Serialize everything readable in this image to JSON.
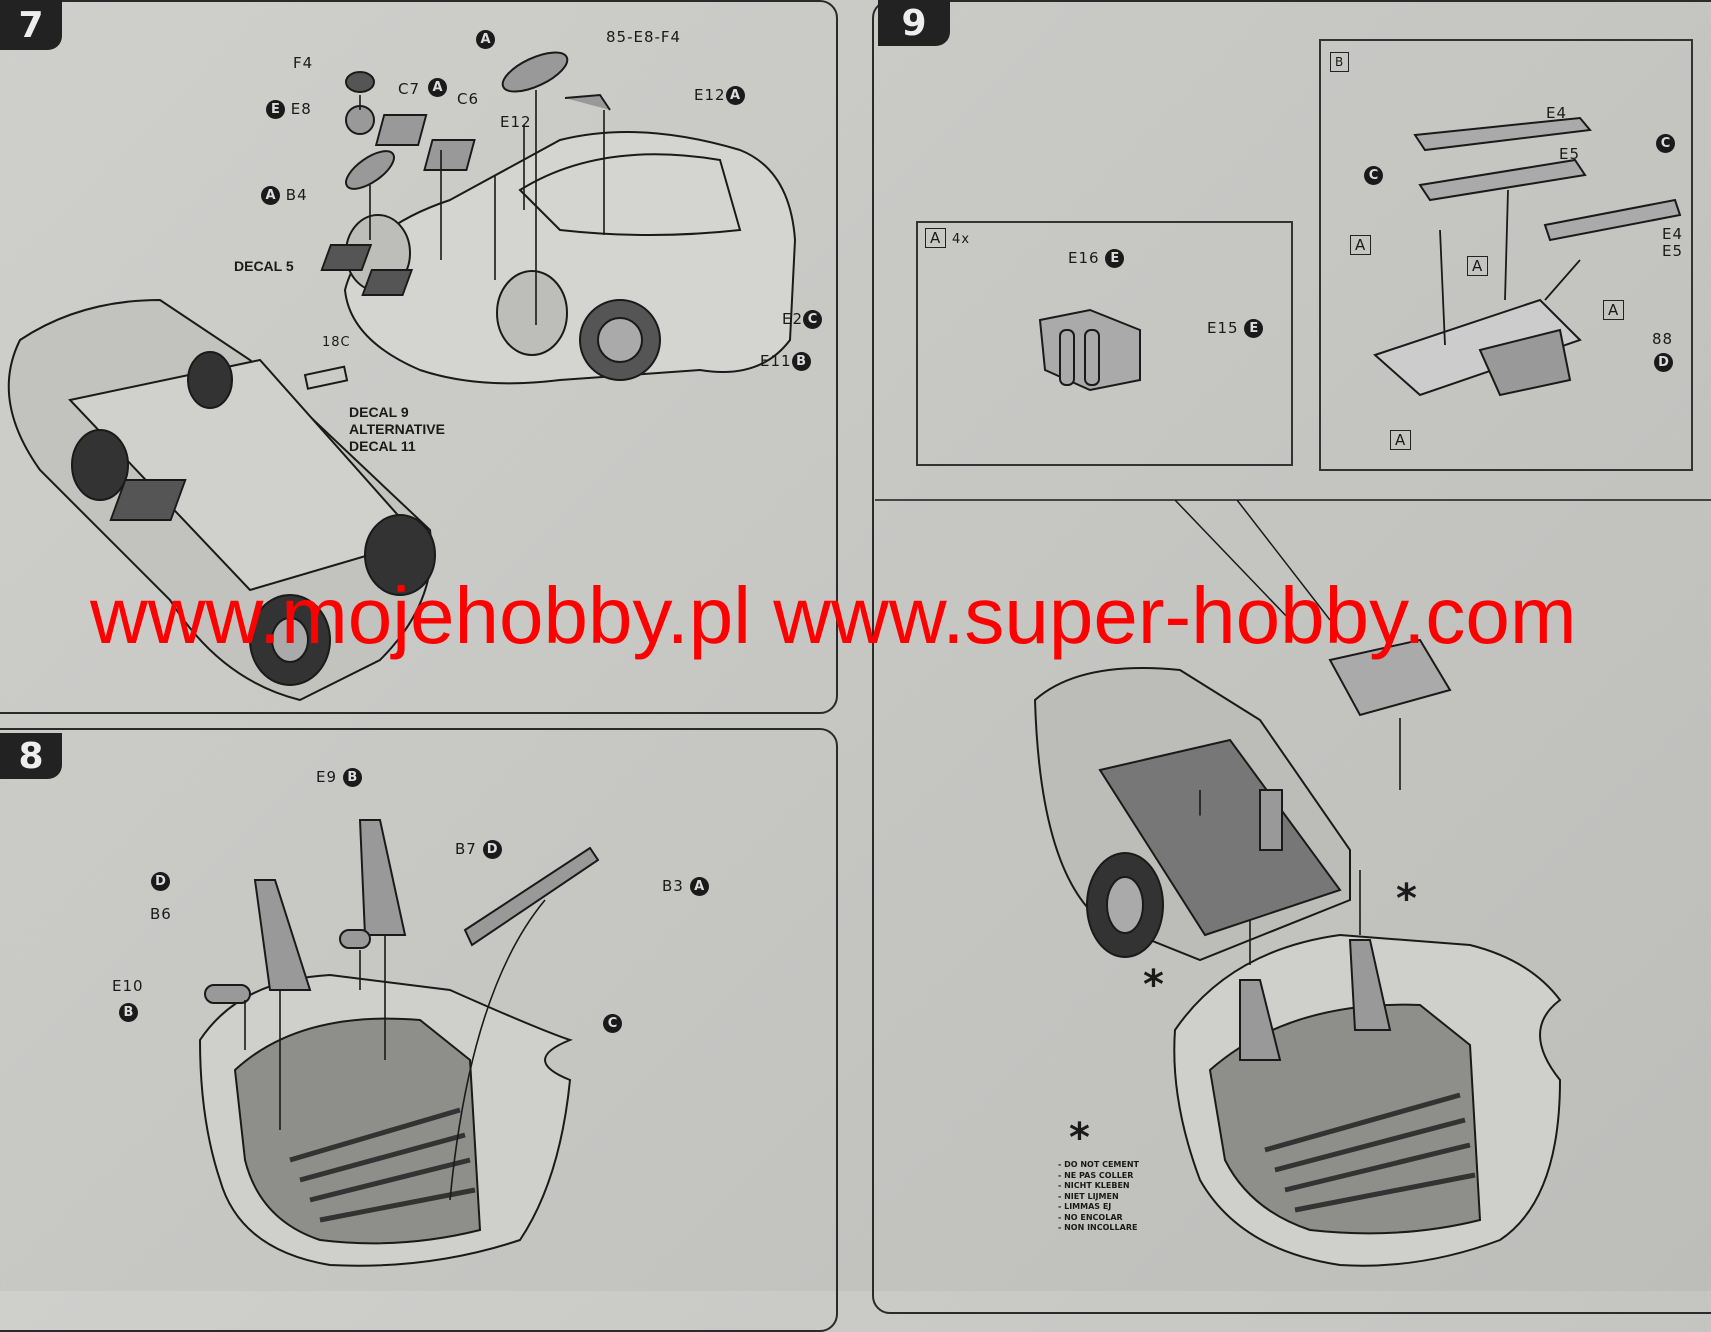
{
  "steps": {
    "step7": {
      "number": "7",
      "labels": {
        "f4": "F4",
        "e8": "E8",
        "e8_sprue": "E",
        "b4": "B4",
        "b4_sprue": "A",
        "c7": "C7",
        "c6": "C6",
        "c_sprue": "A",
        "e12_a": "E12",
        "top_sprue": "A",
        "top_parts": "85-E8-F4",
        "e12_b": "E12",
        "e12_b_sprue": "A",
        "decal5": "DECAL 5",
        "e2": "E2",
        "e2_sprue": "C",
        "e11": "E11",
        "e11_sprue": "B",
        "p18c": "18C",
        "decal9_line1": "DECAL 9",
        "decal9_line2": "ALTERNATIVE",
        "decal9_line3": "DECAL 11"
      }
    },
    "step8": {
      "number": "8",
      "labels": {
        "e9": "E9",
        "e9_sprue": "B",
        "b7": "B7",
        "b7_sprue": "D",
        "b6_sprue": "D",
        "b6": "B6",
        "b3": "B3",
        "b3_sprue": "A",
        "e10": "E10",
        "e10_sprue": "B",
        "body_sprue": "C"
      }
    },
    "step9": {
      "number": "9",
      "inset_a": {
        "tag": "A",
        "qty": "4x",
        "e16": "E16",
        "e16_sprue": "E",
        "e15": "E15",
        "e15_sprue": "E"
      },
      "inset_b": {
        "tag": "B",
        "e4": "E4",
        "e5": "E5",
        "c1": "C",
        "c2": "C",
        "a1": "A",
        "a2": "A",
        "a3": "A",
        "a4": "A",
        "e4e5_line1": "E4",
        "e4e5_line2": "E5",
        "b8": "88",
        "b8_sprue": "D"
      },
      "asterisk": "*",
      "do_not_cement": [
        "- DO NOT CEMENT",
        "- NE PAS COLLER",
        "- NICHT KLEBEN",
        "- NIET LIJMEN",
        "- LIMMAS EJ",
        "- NO ENCOLAR",
        "- NON INCOLLARE"
      ]
    }
  },
  "watermark": "www.mojehobby.pl www.super-hobby.com",
  "colors": {
    "watermark": "#ff0000",
    "paper": "#c9c9c6",
    "ink": "#1a1a1a"
  }
}
